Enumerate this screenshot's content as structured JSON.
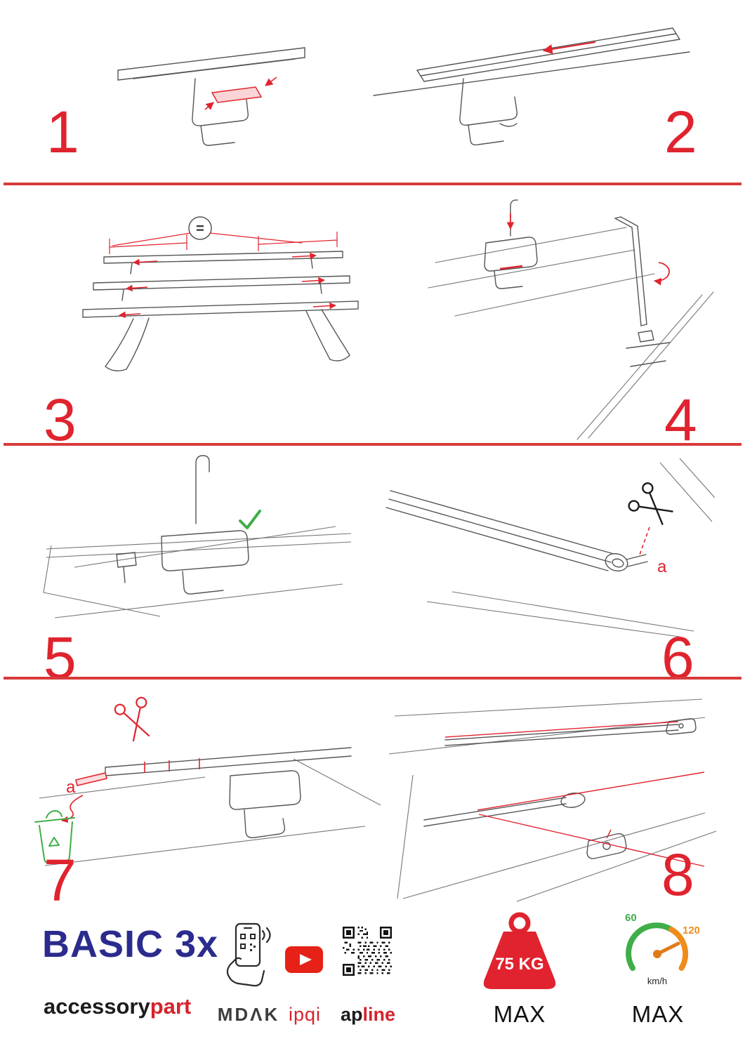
{
  "colors": {
    "accent_red": "#e0232e",
    "divider_red": "#d83b3b",
    "brand_blue": "#2b2b8e",
    "brand_red": "#d6232b",
    "green": "#3fae49",
    "orange": "#ef8c1a"
  },
  "steps": [
    {
      "number": "1"
    },
    {
      "number": "2"
    },
    {
      "number": "3"
    },
    {
      "number": "4"
    },
    {
      "number": "5"
    },
    {
      "number": "6"
    },
    {
      "number": "7"
    },
    {
      "number": "8"
    }
  ],
  "annotations": {
    "equal_spacing": "=",
    "cut_label_step6": "a",
    "cut_label_step7": "a"
  },
  "footer": {
    "product_name": "BASIC 3x",
    "brand_part1": "accessory",
    "brand_part2": "part",
    "logo_mdak": "MDΛK",
    "logo_ipqi": "ipqi",
    "logo_apline_part1": "ap",
    "logo_apline_part2": "line",
    "weight_limit": "75 KG",
    "weight_max_label": "MAX",
    "speed_low": "60",
    "speed_high": "120",
    "speed_unit": "km/h",
    "speed_max_label": "MAX"
  }
}
